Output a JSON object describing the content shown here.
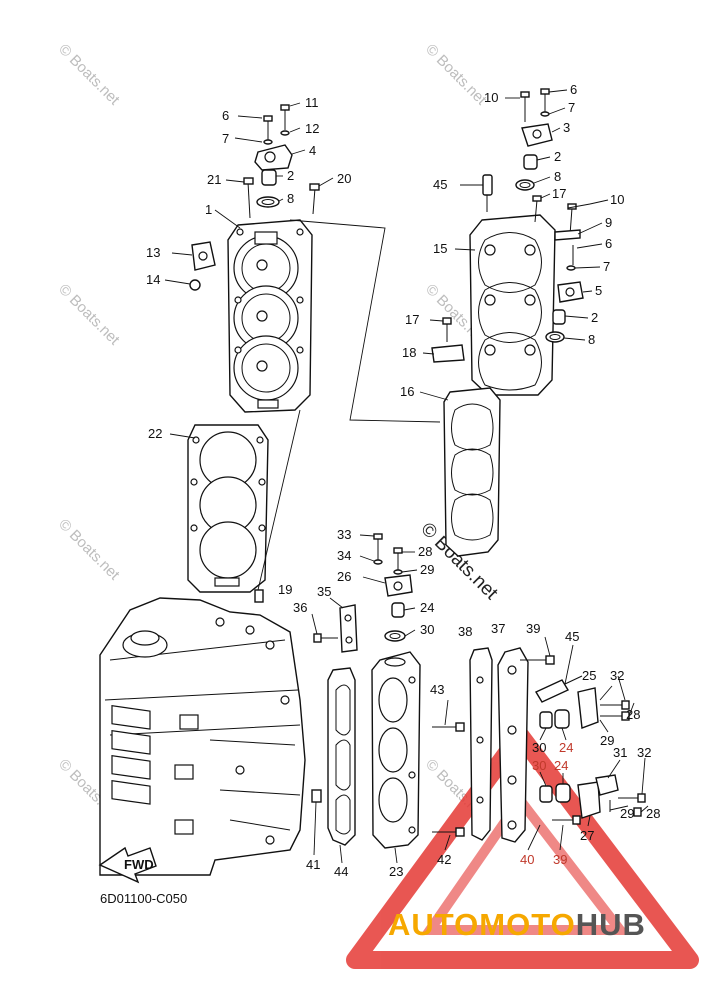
{
  "diagram_code": "6D01100-C050",
  "fwd_label": "FWD",
  "watermark_text": "© Boats.net",
  "brand": {
    "part1": "AUTO",
    "part2": "MOTO",
    "part3": "HUB",
    "color_auto": "#f6a800",
    "color_moto": "#f6a800",
    "color_hub": "#555555",
    "triangle_color": "#e53935"
  },
  "callouts": [
    {
      "label": "11"
    },
    {
      "label": "6"
    },
    {
      "label": "12"
    },
    {
      "label": "7"
    },
    {
      "label": "4"
    },
    {
      "label": "2"
    },
    {
      "label": "21"
    },
    {
      "label": "20"
    },
    {
      "label": "8"
    },
    {
      "label": "1"
    },
    {
      "label": "13"
    },
    {
      "label": "14"
    },
    {
      "label": "10"
    },
    {
      "label": "6"
    },
    {
      "label": "7"
    },
    {
      "label": "3"
    },
    {
      "label": "2"
    },
    {
      "label": "8"
    },
    {
      "label": "45"
    },
    {
      "label": "17"
    },
    {
      "label": "10"
    },
    {
      "label": "9"
    },
    {
      "label": "15"
    },
    {
      "label": "6"
    },
    {
      "label": "7"
    },
    {
      "label": "5"
    },
    {
      "label": "17"
    },
    {
      "label": "2"
    },
    {
      "label": "18"
    },
    {
      "label": "8"
    },
    {
      "label": "16"
    },
    {
      "label": "22"
    },
    {
      "label": "33"
    },
    {
      "label": "28"
    },
    {
      "label": "34"
    },
    {
      "label": "29"
    },
    {
      "label": "26"
    },
    {
      "label": "19"
    },
    {
      "label": "35"
    },
    {
      "label": "24"
    },
    {
      "label": "36"
    },
    {
      "label": "30"
    },
    {
      "label": "38"
    },
    {
      "label": "37"
    },
    {
      "label": "39"
    },
    {
      "label": "45"
    },
    {
      "label": "43"
    },
    {
      "label": "25"
    },
    {
      "label": "32"
    },
    {
      "label": "28"
    },
    {
      "label": "30"
    },
    {
      "label": "24"
    },
    {
      "label": "29"
    },
    {
      "label": "31"
    },
    {
      "label": "32"
    },
    {
      "label": "30"
    },
    {
      "label": "24"
    },
    {
      "label": "29"
    },
    {
      "label": "28"
    },
    {
      "label": "27"
    },
    {
      "label": "42"
    },
    {
      "label": "40"
    },
    {
      "label": "39"
    },
    {
      "label": "41"
    },
    {
      "label": "44"
    },
    {
      "label": "23"
    }
  ]
}
